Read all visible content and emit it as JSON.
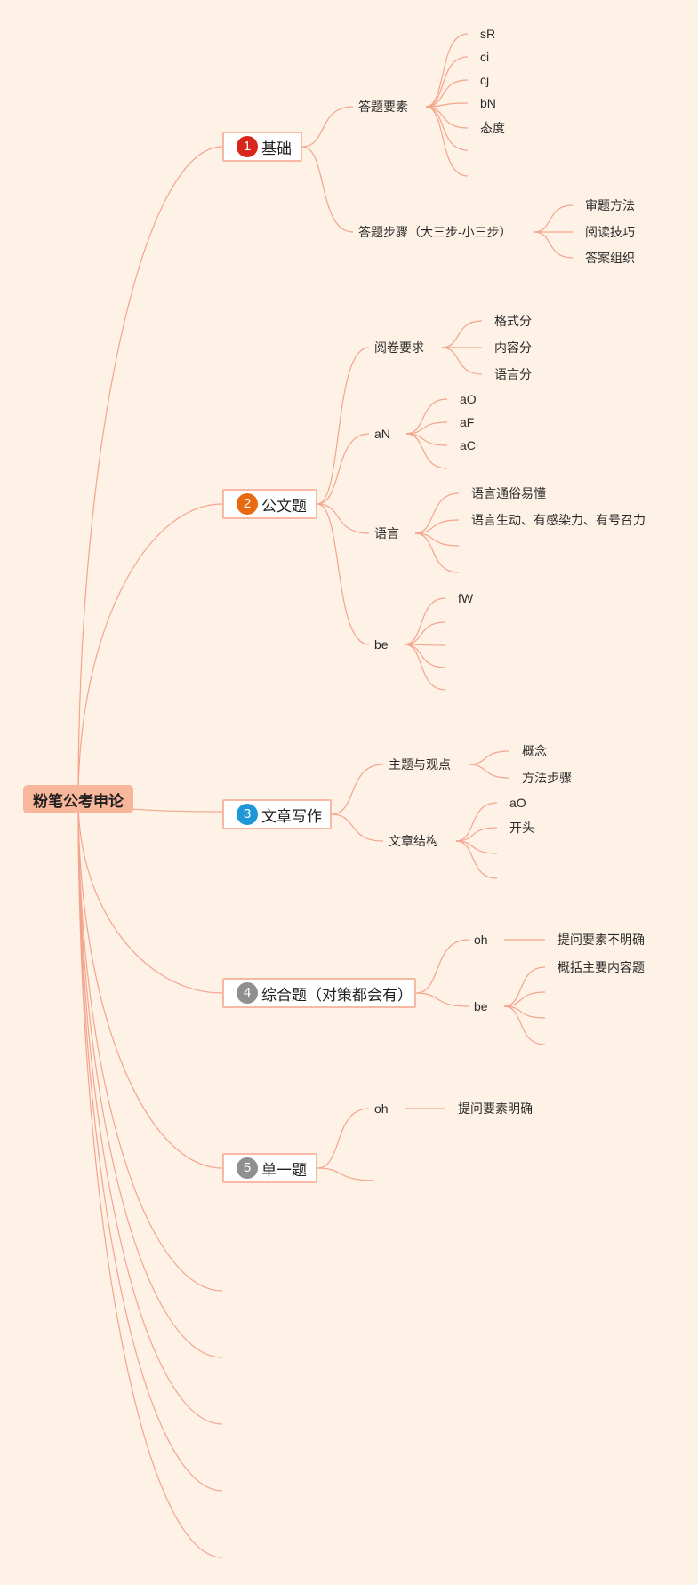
{
  "root": "粉笔公考申论",
  "badge_colors": {
    "1": "#d9261c",
    "2": "#e8690f",
    "3": "#1e96d8",
    "4": "#8f8f8f",
    "5": "#8f8f8f"
  },
  "branches": [
    {
      "num": "1",
      "label": "基础",
      "children": [
        {
          "label": "答题要素",
          "children": [
            "sR",
            "ci",
            "cj",
            "bN",
            "态度",
            "",
            ""
          ]
        },
        {
          "label": "答题步骤（大三步-小三步）",
          "children": [
            "审题方法",
            "阅读技巧",
            "答案组织"
          ]
        }
      ]
    },
    {
      "num": "2",
      "label": "公文题",
      "children": [
        {
          "label": "阅卷要求",
          "children": [
            "格式分",
            "内容分",
            "语言分"
          ]
        },
        {
          "label": "aN",
          "children": [
            "aO",
            "aF",
            "aC",
            ""
          ]
        },
        {
          "label": "语言",
          "children": [
            "语言通俗易懂",
            "语言生动、有感染力、有号召力",
            "",
            ""
          ]
        },
        {
          "label": "be",
          "children": [
            "fW",
            "",
            "",
            "",
            ""
          ]
        }
      ]
    },
    {
      "num": "3",
      "label": "文章写作",
      "children": [
        {
          "label": "主题与观点",
          "children": [
            "概念",
            "方法步骤"
          ]
        },
        {
          "label": "文章结构",
          "children": [
            "aO",
            "开头",
            "",
            ""
          ]
        }
      ]
    },
    {
      "num": "4",
      "label": "综合题（对策都会有）",
      "children": [
        {
          "label": "oh",
          "children": [
            "提问要素不明确"
          ]
        },
        {
          "label": "be",
          "children": [
            "概括主要内容题",
            "",
            "",
            ""
          ]
        }
      ]
    },
    {
      "num": "5",
      "label": "单一题",
      "children": [
        {
          "label": "oh",
          "children": [
            "提问要素明确"
          ]
        },
        {
          "label": "",
          "children": []
        }
      ]
    },
    {
      "num": "",
      "label": "",
      "children": []
    },
    {
      "num": "",
      "label": "",
      "children": []
    },
    {
      "num": "",
      "label": "",
      "children": []
    },
    {
      "num": "",
      "label": "",
      "children": []
    },
    {
      "num": "",
      "label": "",
      "children": []
    }
  ]
}
